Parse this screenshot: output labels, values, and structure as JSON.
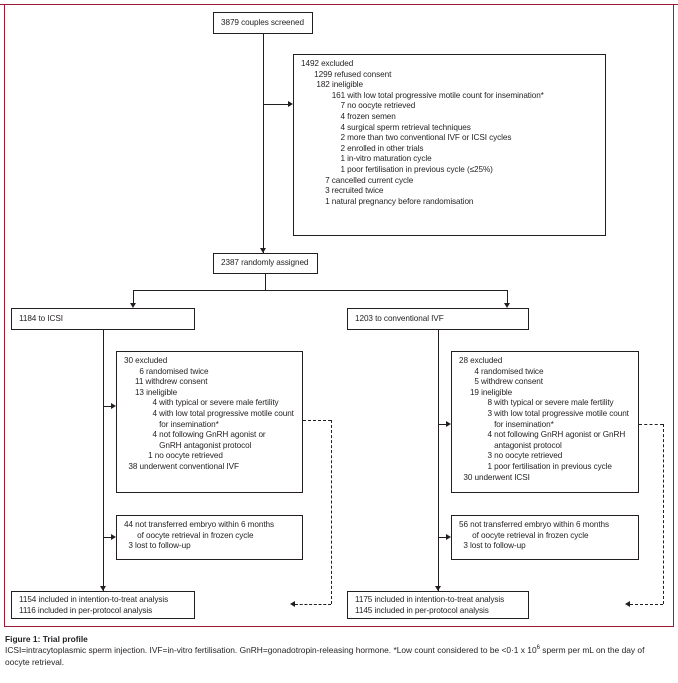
{
  "figure": {
    "caption_title": "Figure 1: Trial profile",
    "caption_body_1": "ICSI=intracytoplasmic sperm injection. IVF=in-vitro fertilisation. GnRH=gonadotropin-releasing hormone. *Low count considered to be <0·1 x 10",
    "caption_superscript": "6",
    "caption_body_2": " sperm per mL on the day of oocyte retrieval.",
    "frame_color": "#9e1b36",
    "line_color": "#231f20"
  },
  "nodes": {
    "screened": {
      "id": "screened-box",
      "text": "3879 couples screened"
    },
    "excluded_screening": {
      "id": "excluded-screening-box",
      "text": "1492 excluded\n      1299 refused consent\n       182 ineligible\n              161 with low total progressive motile count for insemination*\n                  7 no oocyte retrieved\n                  4 frozen semen\n                  4 surgical sperm retrieval techniques\n                  2 more than two conventional IVF or ICSI cycles\n                  2 enrolled in other trials\n                  1 in-vitro maturation cycle\n                  1 poor fertilisation in previous cycle (≤25%)\n           7 cancelled current cycle\n           3 recruited twice\n           1 natural pregnancy before randomisation"
    },
    "randomised": {
      "id": "randomised-box",
      "text": "2387 randomly assigned"
    },
    "arm_icsi": {
      "id": "arm-icsi-box",
      "text": "1184 to ICSI"
    },
    "arm_ivf": {
      "id": "arm-ivf-box",
      "text": "1203 to conventional IVF"
    },
    "excluded_icsi": {
      "id": "excluded-icsi-box",
      "text": "30 excluded\n       6 randomised twice\n     11 withdrew consent\n     13 ineligible\n             4 with typical or severe male fertility\n             4 with low total progressive motile count\n                for insemination*\n             4 not following GnRH agonist or\n                GnRH antagonist protocol\n           1 no oocyte retrieved\n  38 underwent conventional IVF"
    },
    "excluded_ivf": {
      "id": "excluded-ivf-box",
      "text": "28 excluded\n       4 randomised twice\n       5 withdrew consent\n     19 ineligible\n             8 with typical or severe male fertility\n             3 with low total progressive motile count\n                for insemination*\n             4 not following GnRH agonist or GnRH\n                antagonist protocol\n             3 no oocyte retrieved\n             1 poor fertilisation in previous cycle\n  30 underwent ICSI"
    },
    "frozen_icsi": {
      "id": "frozen-icsi-box",
      "text": "44 not transferred embryo within 6 months\n      of oocyte retrieval in frozen cycle\n  3 lost to follow-up"
    },
    "frozen_ivf": {
      "id": "frozen-ivf-box",
      "text": "56 not transferred embryo within 6 months\n      of oocyte retrieval in frozen cycle\n  3 lost to follow-up"
    },
    "analysis_icsi": {
      "id": "analysis-icsi-box",
      "text": "1154 included in intention-to-treat analysis\n1116 included in per-protocol analysis"
    },
    "analysis_ivf": {
      "id": "analysis-ivf-box",
      "text": "1175 included in intention-to-treat analysis\n1145 included in per-protocol analysis"
    }
  }
}
